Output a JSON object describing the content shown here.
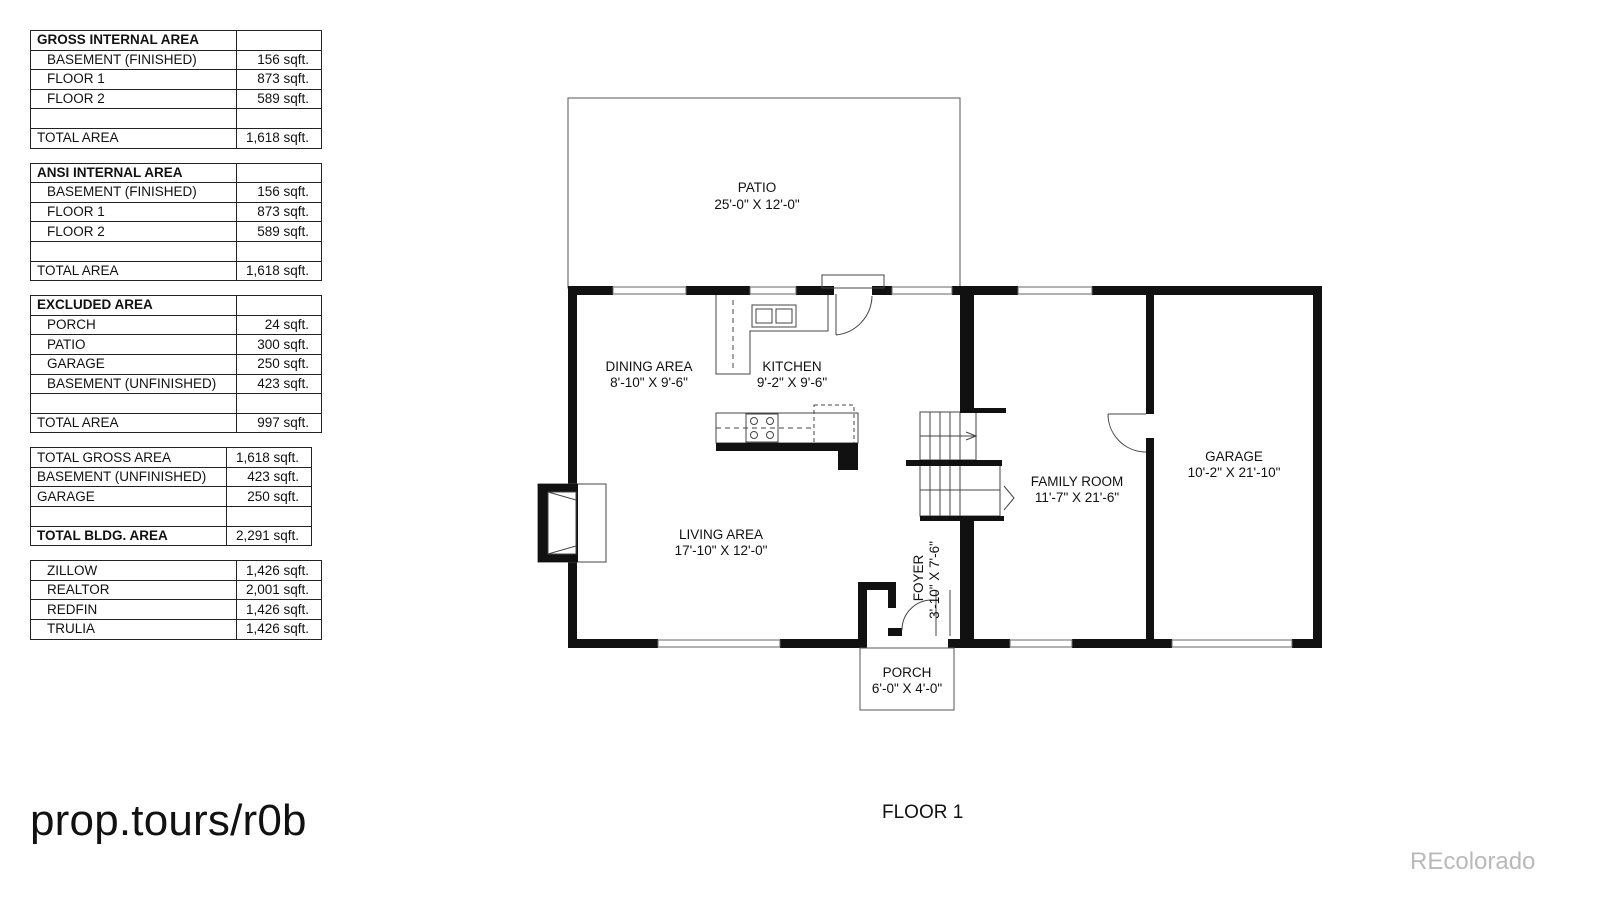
{
  "tables": [
    {
      "heading": "GROSS INTERNAL AREA",
      "rows": [
        {
          "label": "BASEMENT (FINISHED)",
          "value": "156 sqft."
        },
        {
          "label": "FLOOR 1",
          "value": "873 sqft."
        },
        {
          "label": "FLOOR 2",
          "value": "589 sqft."
        },
        {
          "label": "",
          "value": ""
        },
        {
          "label": "TOTAL AREA",
          "value": "1,618 sqft."
        }
      ]
    },
    {
      "heading": "ANSI INTERNAL AREA",
      "rows": [
        {
          "label": "BASEMENT (FINISHED)",
          "value": "156 sqft."
        },
        {
          "label": "FLOOR 1",
          "value": "873 sqft."
        },
        {
          "label": "FLOOR 2",
          "value": "589 sqft."
        },
        {
          "label": "",
          "value": ""
        },
        {
          "label": "TOTAL AREA",
          "value": "1,618 sqft."
        }
      ]
    },
    {
      "heading": "EXCLUDED AREA",
      "rows": [
        {
          "label": "PORCH",
          "value": "24 sqft."
        },
        {
          "label": "PATIO",
          "value": "300 sqft."
        },
        {
          "label": "GARAGE",
          "value": "250 sqft."
        },
        {
          "label": "BASEMENT (UNFINISHED)",
          "value": "423 sqft."
        },
        {
          "label": "",
          "value": ""
        },
        {
          "label": "TOTAL AREA",
          "value": "997 sqft."
        }
      ]
    },
    {
      "rows": [
        {
          "label": "TOTAL GROSS AREA",
          "value": "1,618 sqft."
        },
        {
          "label": "BASEMENT (UNFINISHED)",
          "value": "423 sqft."
        },
        {
          "label": "GARAGE",
          "value": "250 sqft."
        },
        {
          "label": "",
          "value": ""
        },
        {
          "label": "TOTAL BLDG. AREA",
          "value": "2,291 sqft."
        }
      ]
    },
    {
      "rows": [
        {
          "label": "ZILLOW",
          "value": "1,426 sqft."
        },
        {
          "label": "REALTOR",
          "value": "2,001 sqft."
        },
        {
          "label": "REDFIN",
          "value": "1,426 sqft."
        },
        {
          "label": "TRULIA",
          "value": "1,426 sqft."
        }
      ]
    }
  ],
  "rooms": {
    "patio": {
      "name": "PATIO",
      "dims": "25'-0\" X 12'-0\""
    },
    "dining": {
      "name": "DINING AREA",
      "dims": "8'-10\" X 9'-6\""
    },
    "kitchen": {
      "name": "KITCHEN",
      "dims": "9'-2\" X 9'-6\""
    },
    "living": {
      "name": "LIVING AREA",
      "dims": "17'-10\" X 12'-0\""
    },
    "foyer": {
      "name": "FOYER",
      "dims": "3'-10\" X 7'-6\""
    },
    "porch": {
      "name": "PORCH",
      "dims": "6'-0\" X 4'-0\""
    },
    "family": {
      "name": "FAMILY ROOM",
      "dims": "11'-7\" X 21'-6\""
    },
    "garage": {
      "name": "GARAGE",
      "dims": "10'-2\" X 21'-10\""
    }
  },
  "floor_title": "FLOOR 1",
  "short_url": "prop.tours/r0b",
  "watermark": "REcolorado",
  "colors": {
    "wall": "#111111",
    "line": "#555555",
    "window": "#888888",
    "watermark": "#b9b9b9"
  }
}
